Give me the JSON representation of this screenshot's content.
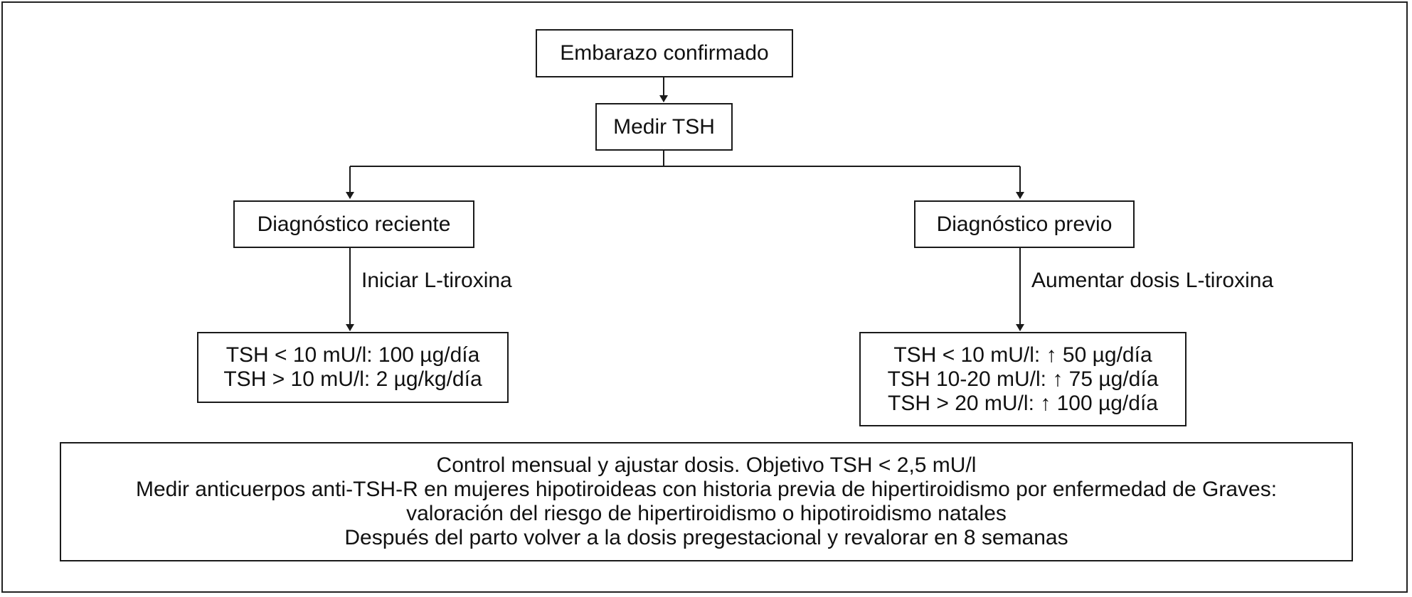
{
  "nodes": {
    "pregnancy": "Embarazo confirmado",
    "measure_tsh": "Medir TSH",
    "recent_diagnosis": "Diagnóstico reciente",
    "previous_diagnosis": "Diagnóstico previo",
    "recent_dose": [
      "TSH < 10 mU/l: 100 µg/día",
      "TSH > 10 mU/l: 2 µg/kg/día"
    ],
    "previous_dose": [
      "TSH < 10 mU/l: ↑ 50 µg/día",
      "TSH 10-20 mU/l: ↑ 75 µg/día",
      "TSH > 20 mU/l: ↑ 100 µg/día"
    ],
    "footer": [
      "Control mensual y ajustar dosis. Objetivo TSH < 2,5 mU/l",
      "Medir anticuerpos anti-TSH-R en mujeres hipotiroideas con historia previa de hipertiroidismo por enfermedad de Graves:",
      "valoración del riesgo de hipertiroidismo o hipotiroidismo natales",
      "Después del parto volver  a la dosis pregestacional y revalorar en 8 semanas"
    ]
  },
  "edges": {
    "start_levothyroxine": "Iniciar L-tiroxina",
    "increase_levothyroxine": "Aumentar dosis L-tiroxina"
  }
}
